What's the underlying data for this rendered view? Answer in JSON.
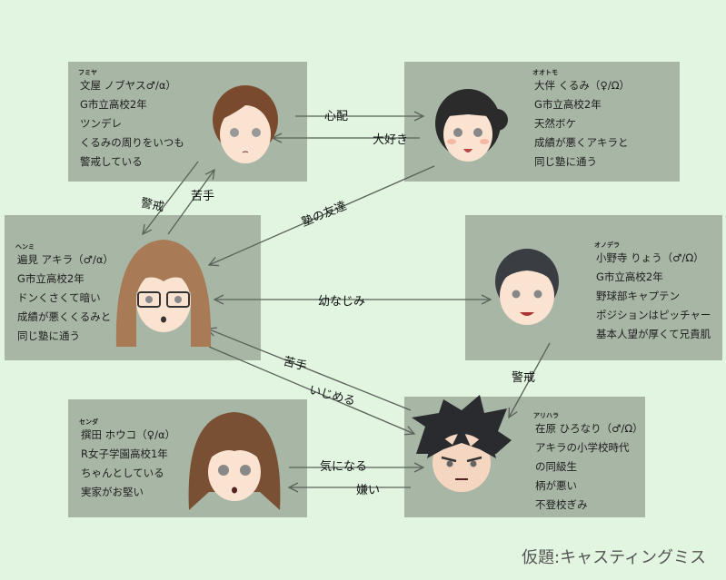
{
  "characters": {
    "fumiya": {
      "ruby": "フミヤ",
      "lines": [
        "文屋 ノブヤス♂/α）",
        "G市立高校2年",
        "ツンデレ",
        "くるみの周りをいつも",
        "警戒している"
      ]
    },
    "kurumi": {
      "ruby": "オオトモ",
      "lines": [
        "大伴 くるみ（♀/Ω）",
        "G市立高校2年",
        "天然ボケ",
        "成績が悪くアキラと",
        "同じ塾に通う"
      ]
    },
    "akira": {
      "ruby": "ヘンミ",
      "lines": [
        "遍見 アキラ（♂/α）",
        "G市立高校2年",
        "ドンくさくて暗い",
        "成績が悪くくるみと",
        "同じ塾に通う"
      ]
    },
    "onodera": {
      "ruby": "オノデラ",
      "lines": [
        "小野寺 りょう（♂/Ω）",
        "G市立高校2年",
        "野球部キャプテン",
        "ポジションはピッチャー",
        "基本人望が厚くて兄貴肌"
      ]
    },
    "senda": {
      "ruby": "センダ",
      "lines": [
        "撰田 ホウコ（♀/α）",
        "R女子学園高校1年",
        "ちゃんとしている",
        "実家がお堅い"
      ]
    },
    "arihara": {
      "ruby": "アリハラ",
      "lines": [
        "在原 ひろなり（♂/Ω）",
        "アキラの小学校時代",
        "の同級生",
        "柄が悪い",
        "不登校ぎみ"
      ]
    }
  },
  "relations": {
    "fumiya_kurumi": "心配",
    "kurumi_fumiya": "大好き",
    "fumiya_akira": "警戒",
    "akira_fumiya": "苦手",
    "kurumi_akira": "塾の友達",
    "akira_onodera": "幼なじみ",
    "arihara_akira": "苦手",
    "akira_arihara": "いじめる",
    "onodera_arihara": "警戒",
    "senda_arihara": "気になる",
    "arihara_senda": "嫌い"
  },
  "caption": "仮題:キャスティングミス",
  "colors": {
    "background": "#e1f5e1",
    "box": "#a8b6a5",
    "line": "#5a625a"
  }
}
